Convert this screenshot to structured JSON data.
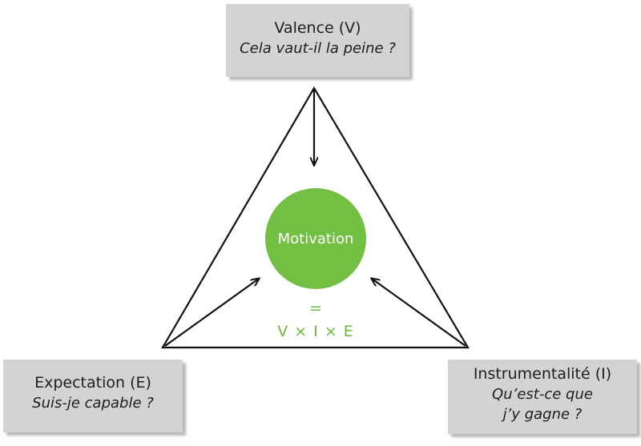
{
  "colors": {
    "box_fill": "#d3d3d3",
    "circle_fill": "#72bf44",
    "formula_text": "#6cbb3c",
    "line": "#111111"
  },
  "valence": {
    "title": "Valence (V)",
    "question": "Cela vaut-il la peine ?"
  },
  "expectation": {
    "title": "Expectation (E)",
    "question": "Suis-je capable ?"
  },
  "instrumentalite": {
    "title": "Instrumentalité (I)",
    "question": "Qu’est-ce que\nj’y gagne ?"
  },
  "center": {
    "label": "Motivation",
    "equals": "=",
    "formula": "V × I × E"
  }
}
